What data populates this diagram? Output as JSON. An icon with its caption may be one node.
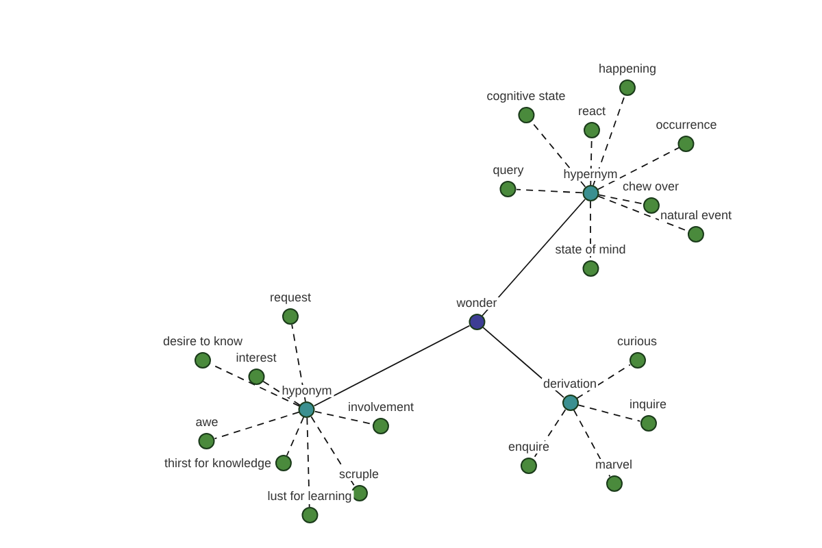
{
  "diagram": {
    "nodes": [
      {
        "text": [
          "happening"
        ]
      },
      {
        "text": [
          "cognitive state"
        ]
      },
      {
        "text": [
          "react"
        ]
      },
      {
        "text": [
          "occurrence"
        ]
      },
      {
        "text": [
          "query"
        ]
      },
      {
        "text": [
          "hypernym"
        ]
      },
      {
        "text": [
          "chew over"
        ]
      },
      {
        "text": [
          "natural event"
        ]
      },
      {
        "text": [
          "state of mind"
        ]
      },
      {
        "text": [
          "request"
        ]
      },
      {
        "text": [
          "wonder"
        ]
      },
      {
        "text": [
          "desire to know"
        ]
      },
      {
        "text": [
          "interest"
        ]
      },
      {
        "text": [
          "curious"
        ]
      },
      {
        "text": [
          "hyponym"
        ]
      },
      {
        "text": [
          "derivation"
        ]
      },
      {
        "text": [
          "involvement"
        ]
      },
      {
        "text": [
          "inquire"
        ]
      },
      {
        "text": [
          "awe"
        ]
      },
      {
        "text": [
          "thirst for knowledge"
        ]
      },
      {
        "text": [
          "enquire"
        ]
      },
      {
        "text": [
          "marvel"
        ]
      },
      {
        "text": [
          "scruple"
        ]
      },
      {
        "text": [
          "lust for learning"
        ]
      }
    ],
    "edges": [
      {
        "from": 10,
        "to": 5,
        "arrow": "none"
      },
      {
        "from": 10,
        "to": 14,
        "arrow": "none"
      },
      {
        "from": 10,
        "to": 15,
        "arrow": "none"
      },
      {
        "from": 5,
        "to": 0,
        "arrow": "none",
        "style": "dashed"
      },
      {
        "from": 5,
        "to": 1,
        "arrow": "none",
        "style": "dashed"
      },
      {
        "from": 5,
        "to": 2,
        "arrow": "none",
        "style": "dashed"
      },
      {
        "from": 5,
        "to": 3,
        "arrow": "none",
        "style": "dashed"
      },
      {
        "from": 5,
        "to": 4,
        "arrow": "none",
        "style": "dashed"
      },
      {
        "from": 5,
        "to": 6,
        "arrow": "none",
        "style": "dashed"
      },
      {
        "from": 5,
        "to": 7,
        "arrow": "none",
        "style": "dashed"
      },
      {
        "from": 5,
        "to": 8,
        "arrow": "none",
        "style": "dashed"
      },
      {
        "from": 14,
        "to": 9,
        "arrow": "none",
        "style": "dashed"
      },
      {
        "from": 14,
        "to": 11,
        "arrow": "none",
        "style": "dashed"
      },
      {
        "from": 14,
        "to": 12,
        "arrow": "none",
        "style": "dashed"
      },
      {
        "from": 14,
        "to": 16,
        "arrow": "none",
        "style": "dashed"
      },
      {
        "from": 14,
        "to": 18,
        "arrow": "none",
        "style": "dashed"
      },
      {
        "from": 14,
        "to": 19,
        "arrow": "none",
        "style": "dashed"
      },
      {
        "from": 14,
        "to": 22,
        "arrow": "none",
        "style": "dashed"
      },
      {
        "from": 14,
        "to": 23,
        "arrow": "none",
        "style": "dashed"
      },
      {
        "from": 15,
        "to": 13,
        "arrow": "none",
        "style": "dashed"
      },
      {
        "from": 15,
        "to": 17,
        "arrow": "none",
        "style": "dashed"
      },
      {
        "from": 15,
        "to": 20,
        "arrow": "none",
        "style": "dashed"
      },
      {
        "from": 15,
        "to": 21,
        "arrow": "none",
        "style": "dashed"
      }
    ]
  }
}
